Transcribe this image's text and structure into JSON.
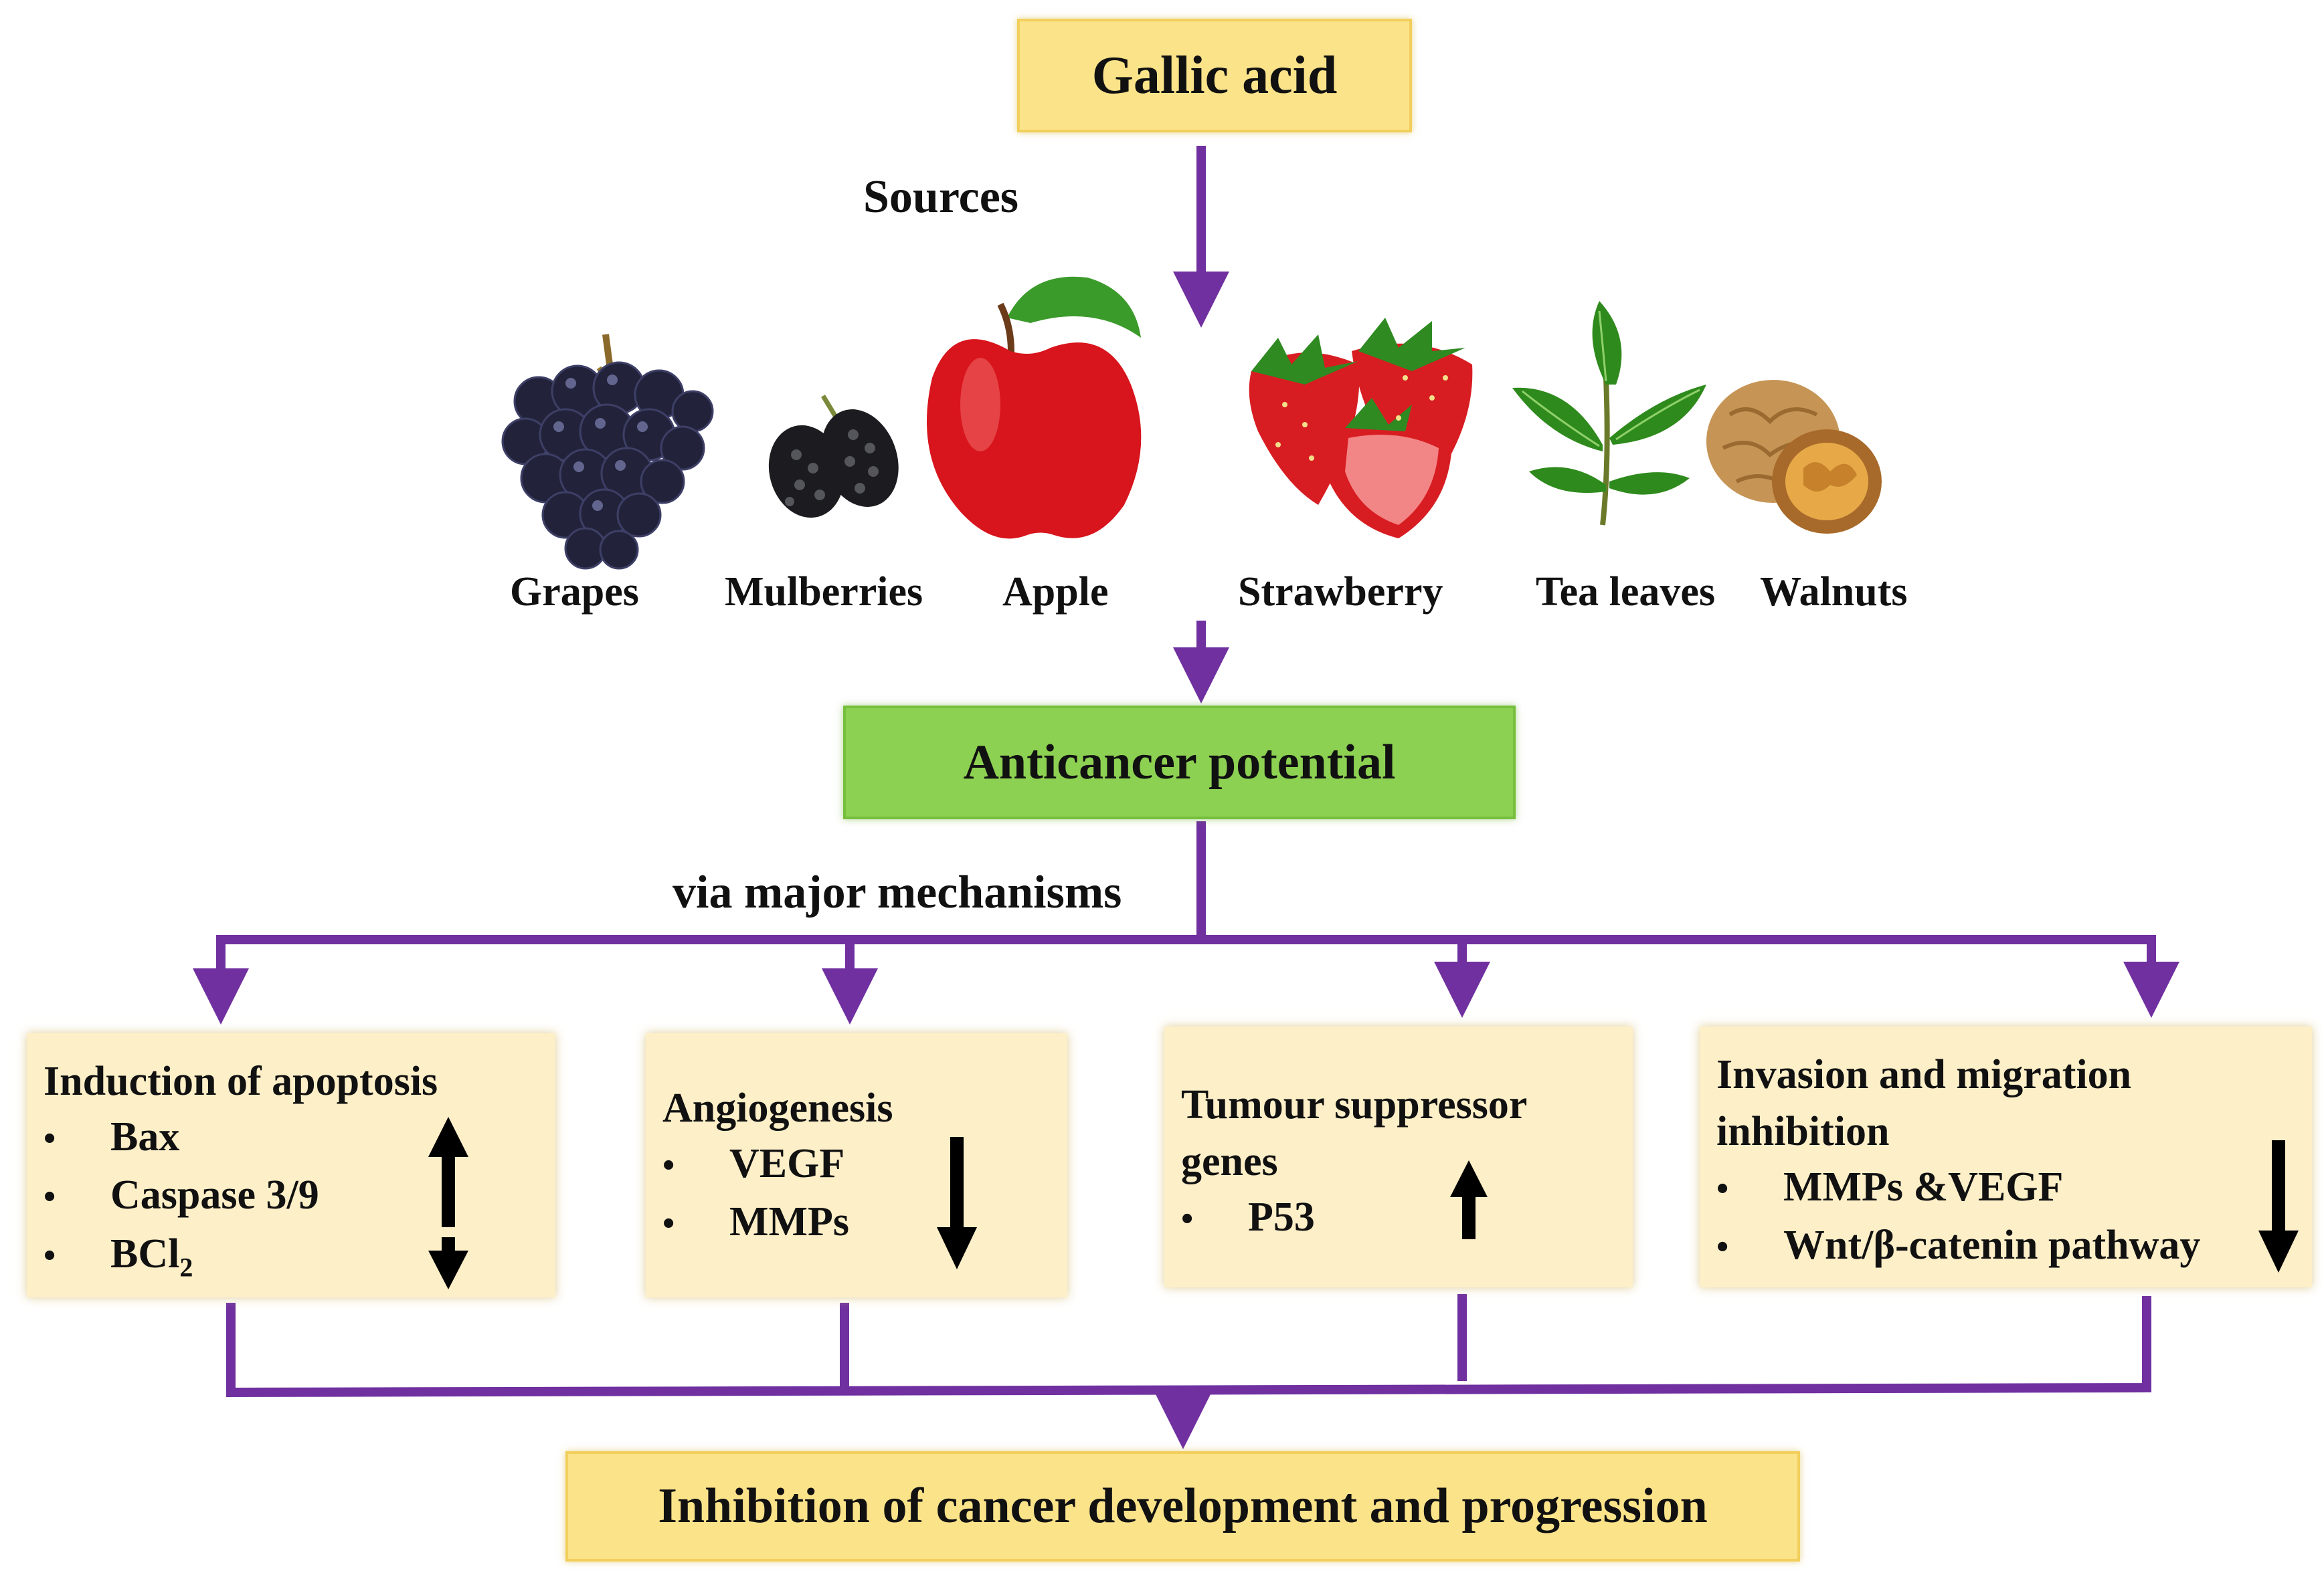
{
  "top": {
    "title": "Gallic acid"
  },
  "sources": {
    "heading": "Sources",
    "items": [
      {
        "label": "Grapes",
        "icon": "grapes-icon"
      },
      {
        "label": "Mulberries",
        "icon": "mulberries-icon"
      },
      {
        "label": "Apple",
        "icon": "apple-icon"
      },
      {
        "label": "Strawberry",
        "icon": "strawberry-icon"
      },
      {
        "label": "Tea leaves",
        "icon": "tea-leaves-icon"
      },
      {
        "label": "Walnuts",
        "icon": "walnuts-icon"
      }
    ]
  },
  "middle": {
    "title": "Anticancer potential",
    "via": "via major mechanisms"
  },
  "mechanisms": [
    {
      "title": "Induction of apoptosis",
      "items": [
        "Bax",
        "Caspase 3/9",
        "BCl"
      ],
      "subscript": "2",
      "direction": "up-down"
    },
    {
      "title": "Angiogenesis",
      "items": [
        "VEGF",
        "MMPs"
      ],
      "direction": "down"
    },
    {
      "title_lines": [
        "Tumour suppressor",
        "genes"
      ],
      "items": [
        "P53"
      ],
      "direction": "up"
    },
    {
      "title_lines": [
        "Invasion and migration",
        "inhibition"
      ],
      "items": [
        "MMPs &VEGF",
        "Wnt/β-catenin pathway"
      ],
      "direction": "down"
    }
  ],
  "bottom": {
    "title": "Inhibition of cancer development and progression"
  },
  "colors": {
    "connector": "#7030a0",
    "title_box": "#fbe38a",
    "green_box": "#8dd152",
    "mechanism_box": "#fdefc8"
  }
}
